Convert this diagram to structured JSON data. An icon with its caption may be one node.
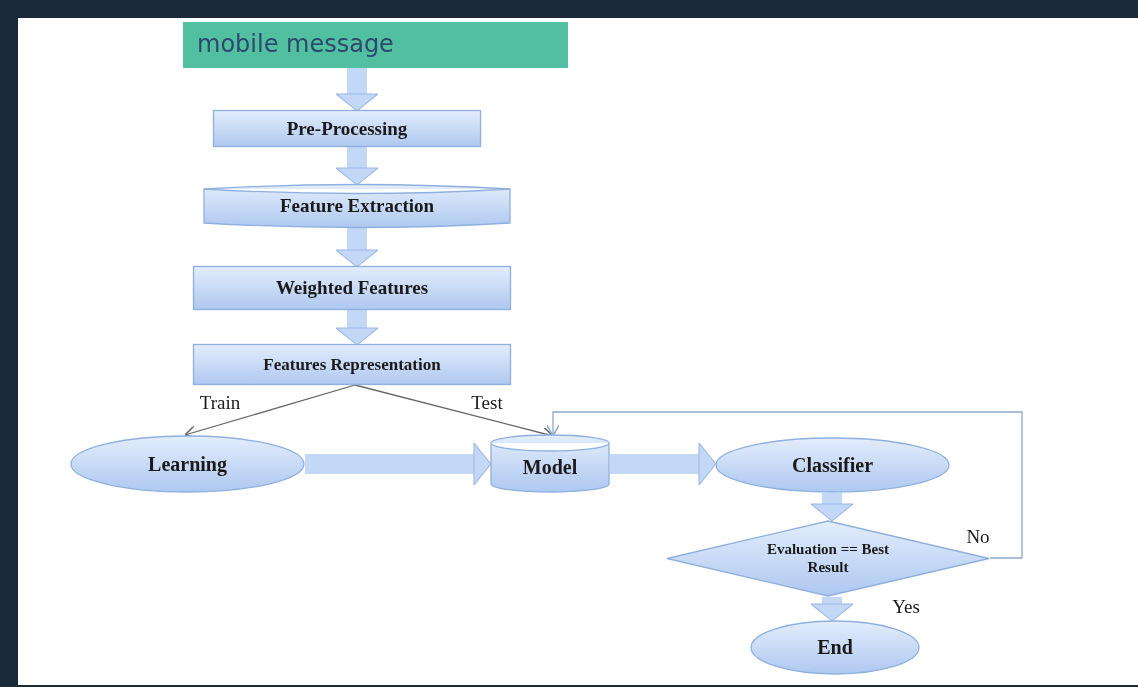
{
  "diagram": {
    "nodes": [
      {
        "text": [
          "mobile message"
        ]
      },
      {
        "text": [
          "Pre-Processing"
        ]
      },
      {
        "text": [
          "Feature Extraction"
        ]
      },
      {
        "text": [
          "Weighted Features"
        ]
      },
      {
        "text": [
          "Features Representation"
        ]
      },
      {
        "text": [
          "Learning"
        ]
      },
      {
        "text": [
          "Model"
        ]
      },
      {
        "text": [
          "Classifier"
        ]
      },
      {
        "text": [
          "Evaluation == Best Result"
        ]
      },
      {
        "text": [
          "End"
        ]
      }
    ],
    "edges": [
      {
        "from": 0,
        "to": 1,
        "arrow": "to"
      },
      {
        "from": 1,
        "to": 2,
        "arrow": "to"
      },
      {
        "from": 2,
        "to": 3,
        "arrow": "to"
      },
      {
        "from": 3,
        "to": 4,
        "arrow": "to"
      },
      {
        "from": 4,
        "to": 5,
        "arrow": "to",
        "label": "Train",
        "color": "#666666"
      },
      {
        "from": 4,
        "to": 6,
        "arrow": "to",
        "label": "Test",
        "color": "#666666"
      },
      {
        "from": 5,
        "to": 6,
        "arrow": "to"
      },
      {
        "from": 6,
        "to": 7,
        "arrow": "to"
      },
      {
        "from": 7,
        "to": 8,
        "arrow": "to"
      },
      {
        "from": 8,
        "to": 9,
        "arrow": "to",
        "label": "Yes"
      },
      {
        "from": 8,
        "to": 6,
        "arrow": "to",
        "label": "No",
        "color": "#8ea9cc"
      }
    ]
  }
}
